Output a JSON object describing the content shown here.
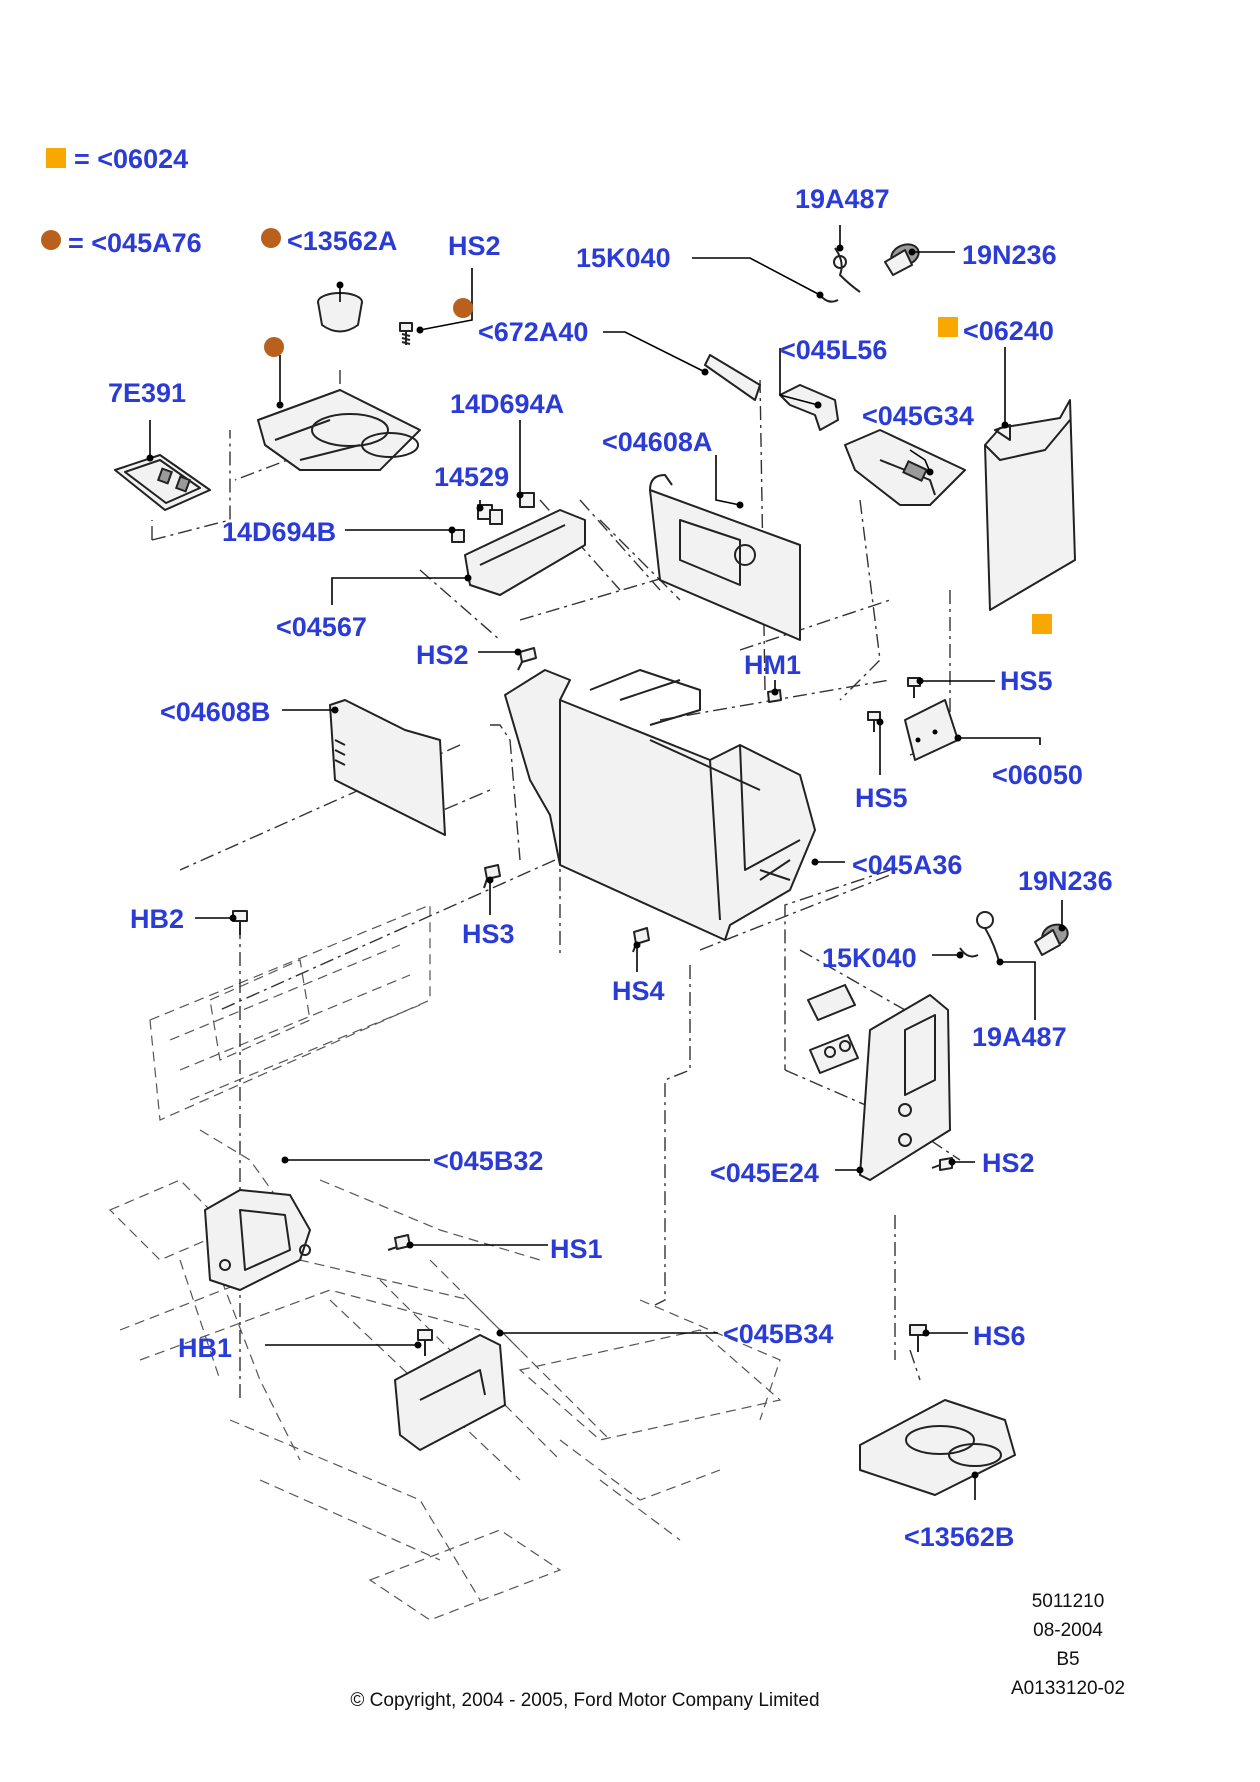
{
  "colors": {
    "callout": "#2b3bd6",
    "legend_square": "#f9a800",
    "legend_circle": "#b8601c",
    "line": "#222222"
  },
  "legend": [
    {
      "marker": "square",
      "text": "= <06024"
    },
    {
      "marker": "circle",
      "text": "= <045A76"
    }
  ],
  "callouts": {
    "p13562a": "<13562A",
    "hs2_top": "HS2",
    "p7e391": "7E391",
    "p19a487_top": "19A487",
    "p15k040_top": "15K040",
    "p19n236_top": "19N236",
    "p672a40": "<672A40",
    "p045l56": "<045L56",
    "p06240": "<06240",
    "p14d694a": "14D694A",
    "p04608a": "<04608A",
    "p045g34": "<045G34",
    "p14529": "14529",
    "p14d694b": "14D694B",
    "p04567": "<04567",
    "hs2_mid": "HS2",
    "hm1": "HM1",
    "hs5_top": "HS5",
    "p04608b": "<04608B",
    "p06050": "<06050",
    "hs5_bot": "HS5",
    "p045a36": "<045A36",
    "p19n236_bot": "19N236",
    "hb2": "HB2",
    "hs3": "HS3",
    "p15k040_bot": "15K040",
    "hs4": "HS4",
    "p19a487_bot": "19A487",
    "p045b32": "<045B32",
    "p045e24": "<045E24",
    "hs2_bot": "HS2",
    "hs1": "HS1",
    "p045b34": "<045B34",
    "hs6": "HS6",
    "hb1": "HB1",
    "p13562b": "<13562B"
  },
  "footer": {
    "ref_lines": [
      "5011210",
      "08-2004",
      "B5",
      "A0133120-02"
    ],
    "copyright": "© Copyright, 2004 - 2005, Ford Motor Company Limited"
  }
}
